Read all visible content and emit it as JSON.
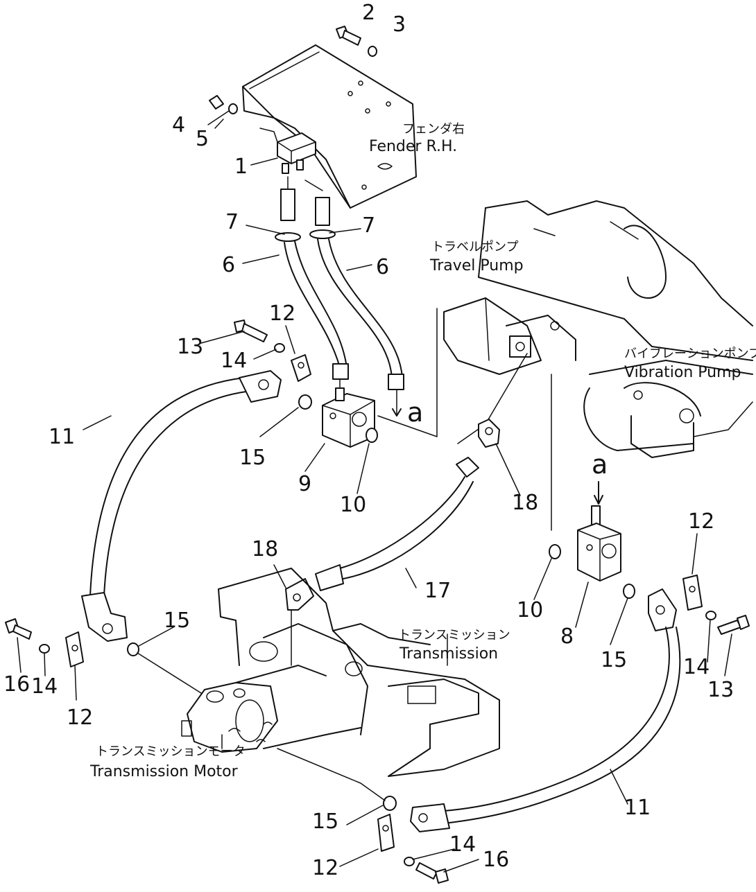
{
  "callouts": [
    {
      "id": "c1",
      "text": "1"
    },
    {
      "id": "c2",
      "text": "2"
    },
    {
      "id": "c3",
      "text": "3"
    },
    {
      "id": "c4",
      "text": "4"
    },
    {
      "id": "c5",
      "text": "5"
    },
    {
      "id": "c6a",
      "text": "6"
    },
    {
      "id": "c6b",
      "text": "6"
    },
    {
      "id": "c7a",
      "text": "7"
    },
    {
      "id": "c7b",
      "text": "7"
    },
    {
      "id": "c8",
      "text": "8"
    },
    {
      "id": "c9",
      "text": "9"
    },
    {
      "id": "c10a",
      "text": "10"
    },
    {
      "id": "c10b",
      "text": "10"
    },
    {
      "id": "c11a",
      "text": "11"
    },
    {
      "id": "c11b",
      "text": "11"
    },
    {
      "id": "c12a",
      "text": "12"
    },
    {
      "id": "c12b",
      "text": "12"
    },
    {
      "id": "c12c",
      "text": "12"
    },
    {
      "id": "c12d",
      "text": "12"
    },
    {
      "id": "c13a",
      "text": "13"
    },
    {
      "id": "c13b",
      "text": "13"
    },
    {
      "id": "c14a",
      "text": "14"
    },
    {
      "id": "c14b",
      "text": "14"
    },
    {
      "id": "c14c",
      "text": "14"
    },
    {
      "id": "c14d",
      "text": "14"
    },
    {
      "id": "c15a",
      "text": "15"
    },
    {
      "id": "c15b",
      "text": "15"
    },
    {
      "id": "c15c",
      "text": "15"
    },
    {
      "id": "c15d",
      "text": "15"
    },
    {
      "id": "c16a",
      "text": "16"
    },
    {
      "id": "c16b",
      "text": "16"
    },
    {
      "id": "c17",
      "text": "17"
    },
    {
      "id": "c18a",
      "text": "18"
    },
    {
      "id": "c18b",
      "text": "18"
    }
  ],
  "connection_marks": [
    {
      "id": "ma",
      "text": "a"
    },
    {
      "id": "mb",
      "text": "a"
    }
  ],
  "labels": {
    "fender_jp": "フェンダ右",
    "fender_en": "Fender R.H.",
    "travel_pump_jp": "トラベルポンプ",
    "travel_pump_en": "Travel Pump",
    "vibration_pump_jp": "バイブレーションポンプ",
    "vibration_pump_en": "Vibration Pump",
    "transmission_jp": "トランスミッション",
    "transmission_en": "Transmission",
    "transmission_motor_jp": "トランスミッションモータ",
    "transmission_motor_en": "Transmission Motor"
  }
}
